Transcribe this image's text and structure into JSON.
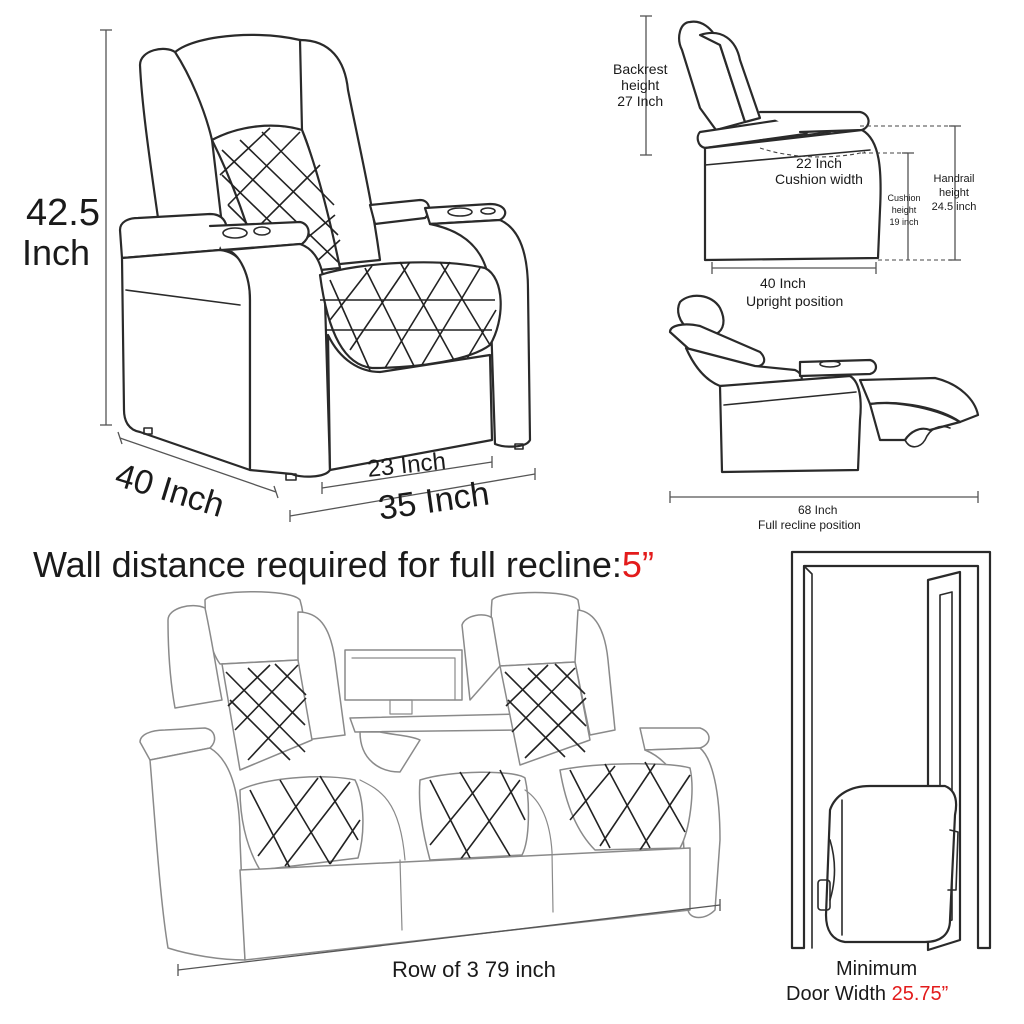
{
  "main_chair": {
    "height_value": "42.5",
    "height_unit": "Inch",
    "depth_label": "40 Inch",
    "seat_width_label": "23 Inch",
    "overall_width_label": "35 Inch"
  },
  "side_view": {
    "backrest_line1": "Backrest",
    "backrest_line2": "height",
    "backrest_line3": "27 Inch",
    "cushion_width_line1": "22 Inch",
    "cushion_width_line2": "Cushion width",
    "cushion_height_line1": "Cushion",
    "cushion_height_line2": "height",
    "cushion_height_line3": "19 inch",
    "handrail_line1": "Handrail",
    "handrail_line2": "height",
    "handrail_line3": "24.5 inch",
    "upright_length": "40 Inch",
    "upright_caption": "Upright position"
  },
  "recline_view": {
    "length": "68 Inch",
    "caption": "Full recline position"
  },
  "wall_note": {
    "text": "Wall distance required for full recline:",
    "value": "5”"
  },
  "row_view": {
    "caption": "Row of 3 79 inch"
  },
  "door_view": {
    "line1": "Minimum",
    "line2_text": "Door Width ",
    "line2_value": "25.75”"
  },
  "colors": {
    "accent_red": "#e31b1b",
    "line_dark": "#2a2a2a",
    "line_light": "#8a8a8a"
  }
}
